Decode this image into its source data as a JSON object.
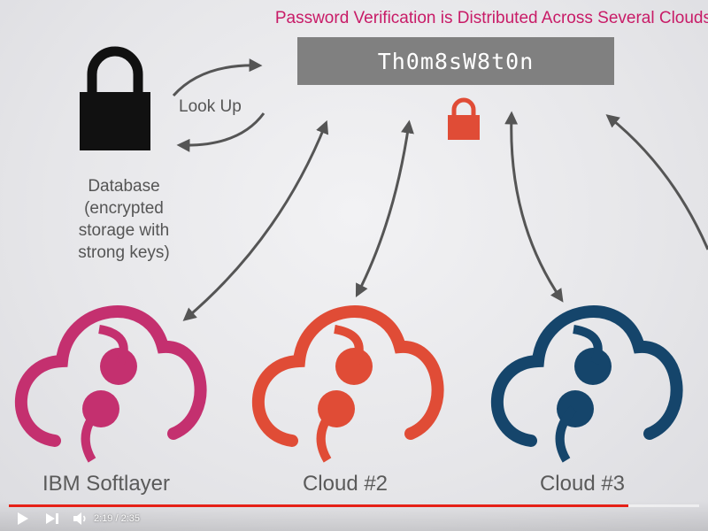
{
  "slide": {
    "title": "Password Verification is Distributed Across Several Clouds",
    "password": "Th0m8sW8t0n",
    "lookup_label": "Look Up",
    "database_lines": [
      "Database",
      "(encrypted",
      "storage with",
      "strong keys)"
    ]
  },
  "clouds": [
    {
      "label": "IBM Softlayer",
      "color": "#c4306f"
    },
    {
      "label": "Cloud #2",
      "color": "#e04c36"
    },
    {
      "label": "Cloud #3",
      "color": "#15456b"
    }
  ],
  "colors": {
    "title": "#c81b67",
    "lock_black": "#111111",
    "lock_red": "#e04c36",
    "arrows": "#555555",
    "progress": "#e62117"
  },
  "player": {
    "time_display": "2:19 / 2:35",
    "progress_fraction": 0.897,
    "play_icon": "play-icon",
    "next_icon": "next-icon",
    "volume_icon": "volume-icon"
  }
}
